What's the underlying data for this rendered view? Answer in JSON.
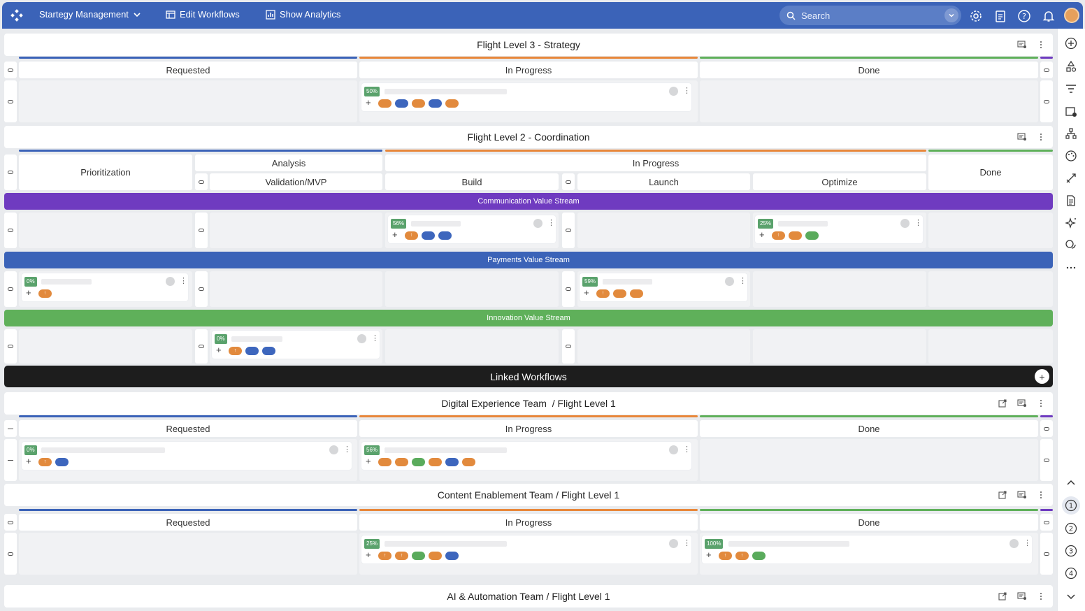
{
  "topbar": {
    "app_title": "Startegy Management",
    "edit_workflows": "Edit Workflows",
    "show_analytics": "Show Analytics",
    "search_placeholder": "Search"
  },
  "levels": {
    "fl3": {
      "title": "Flight Level 3 - Strategy",
      "columns": [
        "Requested",
        "In Progress",
        "Done"
      ]
    },
    "fl2": {
      "title": "Flight Level 2 - Coordination",
      "prioritization": "Prioritization",
      "analysis": "Analysis",
      "validation": "Validation/MVP",
      "in_progress": "In Progress",
      "build": "Build",
      "launch": "Launch",
      "optimize": "Optimize",
      "done": "Done"
    },
    "streams": [
      "Communication Value Stream",
      "Payments Value Stream",
      "Innovation Value Stream"
    ],
    "linked": "Linked Workflows",
    "team1": {
      "title": "Digital Experience Team  / Flight Level 1",
      "columns": [
        "Requested",
        "In Progress",
        "Done"
      ]
    },
    "team2": {
      "title": "Content Enablement Team / Flight Level 1",
      "columns": [
        "Requested",
        "In Progress",
        "Done"
      ]
    },
    "team3": {
      "title": "AI & Automation Team / Flight Level 1"
    }
  },
  "cards": {
    "fl3_progress": {
      "pct": "50%",
      "pills": [
        "orange",
        "blue",
        "orange",
        "blue",
        "orange"
      ]
    },
    "comm_build": {
      "pct": "56%",
      "pills": [
        "orange-up",
        "blue",
        "blue"
      ]
    },
    "comm_optimize": {
      "pct": "25%",
      "pills": [
        "orange-up",
        "orange",
        "green"
      ]
    },
    "pay_prior": {
      "pct": "0%",
      "pills": [
        "orange-up"
      ]
    },
    "pay_launch": {
      "pct": "59%",
      "pills": [
        "orange-up",
        "orange",
        "orange"
      ]
    },
    "inno_valid": {
      "pct": "0%",
      "pills": [
        "orange-up",
        "blue",
        "blue"
      ]
    },
    "t1_req": {
      "pct": "0%",
      "pills": [
        "orange-up",
        "blue"
      ]
    },
    "t1_prog": {
      "pct": "56%",
      "pills": [
        "orange",
        "orange",
        "green",
        "orange",
        "blue",
        "orange"
      ]
    },
    "t2_prog": {
      "pct": "25%",
      "pills": [
        "orange-up",
        "orange-up",
        "green",
        "orange",
        "blue"
      ]
    },
    "t2_done": {
      "pct": "100%",
      "pills": [
        "orange-up",
        "orange-up",
        "green"
      ]
    }
  },
  "colors": {
    "blue": "#3b63b8",
    "orange": "#e8873a",
    "green": "#5fb05a",
    "purple": "#6f3bc0",
    "dark": "#1d1d1d",
    "pill_blue": "#3d66bd",
    "pill_orange": "#e28a3d",
    "pill_green": "#5aab5c"
  },
  "icons": [
    "logo-icon",
    "chevron-down-icon",
    "board-icon",
    "analytics-icon",
    "search-icon",
    "gear-icon",
    "clipboard-icon",
    "help-icon",
    "bell-icon",
    "avatar"
  ]
}
